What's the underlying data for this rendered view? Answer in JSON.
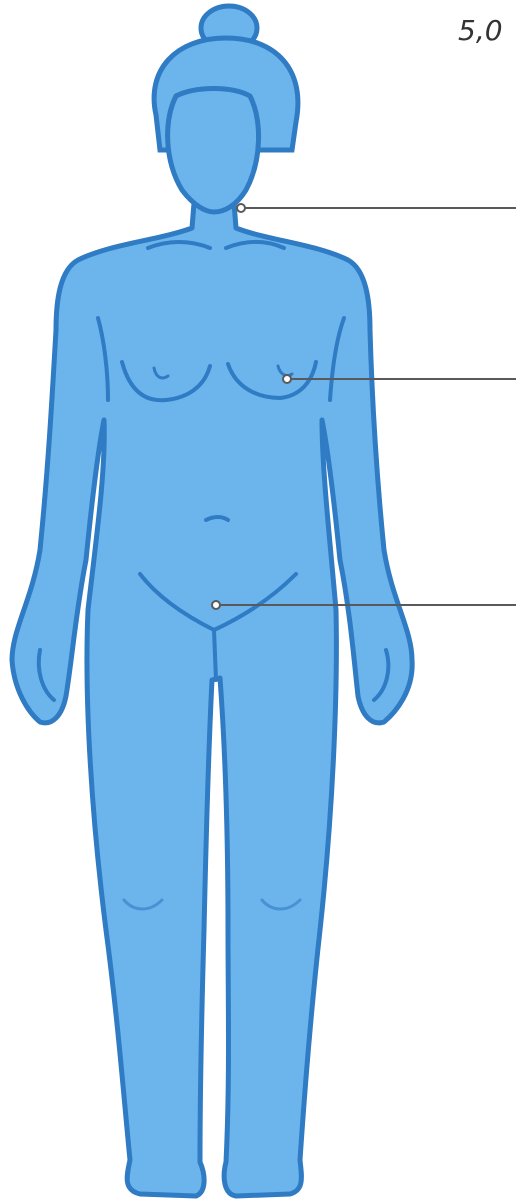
{
  "figure": {
    "partial_value_text": "5,0",
    "fill_color": "#6cb4ec",
    "outline_color": "#2f7bc4",
    "leader_line_color": "#5a5a5a",
    "text_color": "#333333"
  },
  "callouts": [
    {
      "id": "neck",
      "marker": "dot"
    },
    {
      "id": "breast",
      "marker": "dot"
    },
    {
      "id": "pelvis",
      "marker": "dot"
    }
  ]
}
